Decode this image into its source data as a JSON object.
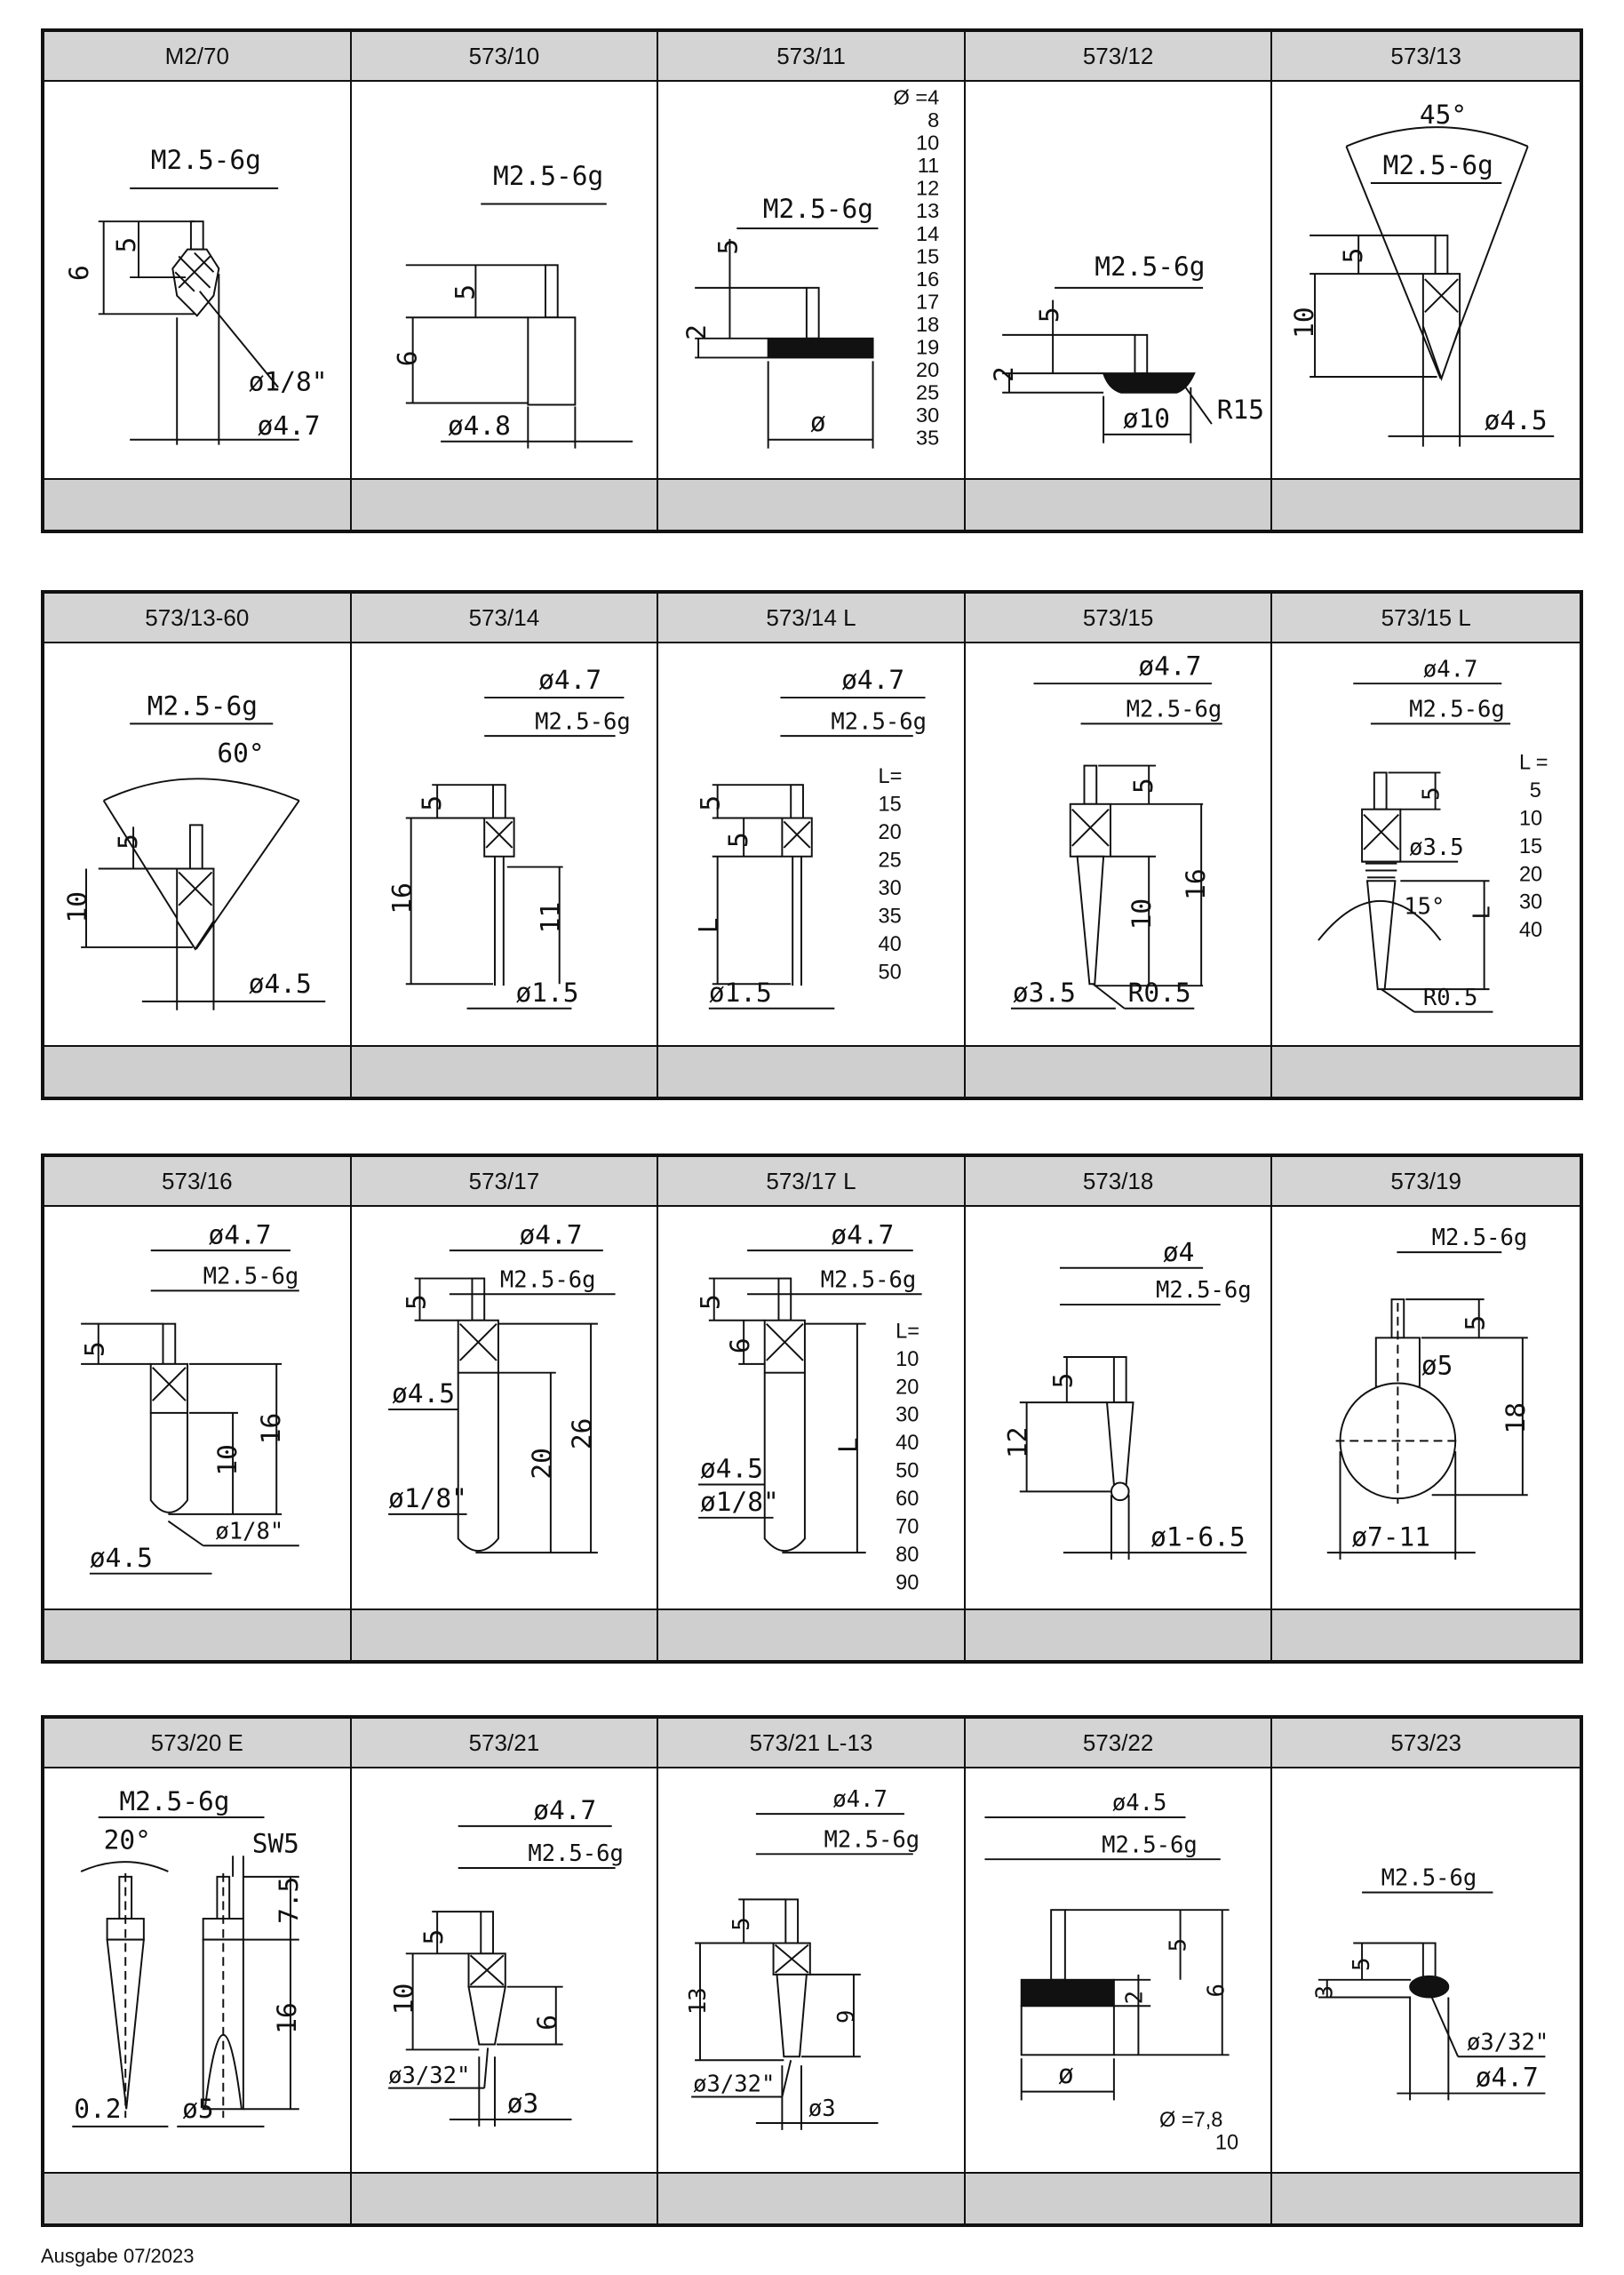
{
  "tables": [
    {
      "cells": [
        {
          "code": "M2/70",
          "thread": "M2.5-6g",
          "dims": [
            "5",
            "6",
            "ø1/8\"",
            "ø4.7"
          ]
        },
        {
          "code": "573/10",
          "thread": "M2.5-6g",
          "dims": [
            "5",
            "6",
            "ø4.8"
          ]
        },
        {
          "code": "573/11",
          "thread": "M2.5-6g",
          "dims": [
            "5",
            "2",
            "ø"
          ],
          "list": [
            "Ø =4",
            "8",
            "10",
            "11",
            "12",
            "13",
            "14",
            "15",
            "16",
            "17",
            "18",
            "19",
            "20",
            "25",
            "30",
            "35"
          ]
        },
        {
          "code": "573/12",
          "thread": "M2.5-6g",
          "dims": [
            "5",
            "2",
            "ø10",
            "R15"
          ]
        },
        {
          "code": "573/13",
          "thread": "M2.5-6g",
          "dims": [
            "45°",
            "5",
            "10",
            "ø4.5"
          ]
        }
      ]
    },
    {
      "cells": [
        {
          "code": "573/13-60",
          "thread": "M2.5-6g",
          "dims": [
            "60°",
            "5",
            "10",
            "ø4.5"
          ]
        },
        {
          "code": "573/14",
          "thread": "M2.5-6g",
          "dims": [
            "ø4.7",
            "5",
            "16",
            "11",
            "ø1.5"
          ]
        },
        {
          "code": "573/14 L",
          "thread": "M2.5-6g",
          "dims": [
            "ø4.7",
            "5",
            "5",
            "L",
            "ø1.5"
          ],
          "list": [
            "L=",
            "15",
            "20",
            "25",
            "30",
            "35",
            "40",
            "50"
          ]
        },
        {
          "code": "573/15",
          "thread": "M2.5-6g",
          "dims": [
            "ø4.7",
            "5",
            "16",
            "10",
            "ø3.5",
            "R0.5"
          ]
        },
        {
          "code": "573/15 L",
          "thread": "M2.5-6g",
          "dims": [
            "ø4.7",
            "5",
            "ø3.5",
            "15°",
            "L",
            "R0.5"
          ],
          "list": [
            "L =",
            "5",
            "10",
            "15",
            "20",
            "30",
            "40"
          ]
        }
      ]
    },
    {
      "cells": [
        {
          "code": "573/16",
          "thread": "M2.5-6g",
          "dims": [
            "ø4.7",
            "5",
            "16",
            "10",
            "ø1/8\"",
            "ø4.5"
          ]
        },
        {
          "code": "573/17",
          "thread": "M2.5-6g",
          "dims": [
            "ø4.7",
            "5",
            "ø4.5",
            "20",
            "26",
            "ø1/8\""
          ]
        },
        {
          "code": "573/17 L",
          "thread": "M2.5-6g",
          "dims": [
            "ø4.7",
            "5",
            "6",
            "L",
            "ø4.5",
            "ø1/8\""
          ],
          "list": [
            "L=",
            "10",
            "20",
            "30",
            "40",
            "50",
            "60",
            "70",
            "80",
            "90"
          ]
        },
        {
          "code": "573/18",
          "thread": "M2.5-6g",
          "dims": [
            "ø4",
            "5",
            "12",
            "ø1-6.5"
          ]
        },
        {
          "code": "573/19",
          "thread": "M2.5-6g",
          "dims": [
            "5",
            "ø5",
            "18",
            "ø7-11"
          ]
        }
      ]
    },
    {
      "cells": [
        {
          "code": "573/20 E",
          "thread": "M2.5-6g",
          "dims": [
            "20°",
            "SW5",
            "7.5",
            "16",
            "0.2",
            "ø5"
          ]
        },
        {
          "code": "573/21",
          "thread": "M2.5-6g",
          "dims": [
            "ø4.7",
            "5",
            "10",
            "6",
            "ø3/32\"",
            "ø3"
          ]
        },
        {
          "code": "573/21 L-13",
          "thread": "M2.5-6g",
          "dims": [
            "ø4.7",
            "5",
            "13",
            "9",
            "ø3/32\"",
            "ø3"
          ]
        },
        {
          "code": "573/22",
          "thread": "M2.5-6g",
          "dims": [
            "ø4.5",
            "5",
            "2",
            "6",
            "ø"
          ],
          "list": [
            "Ø =7,8",
            "10"
          ]
        },
        {
          "code": "573/23",
          "thread": "M2.5-6g",
          "dims": [
            "5",
            "3",
            "ø3/32\"",
            "ø4.7"
          ]
        }
      ]
    }
  ],
  "footer": {
    "edition": "Ausgabe 07/2023"
  }
}
